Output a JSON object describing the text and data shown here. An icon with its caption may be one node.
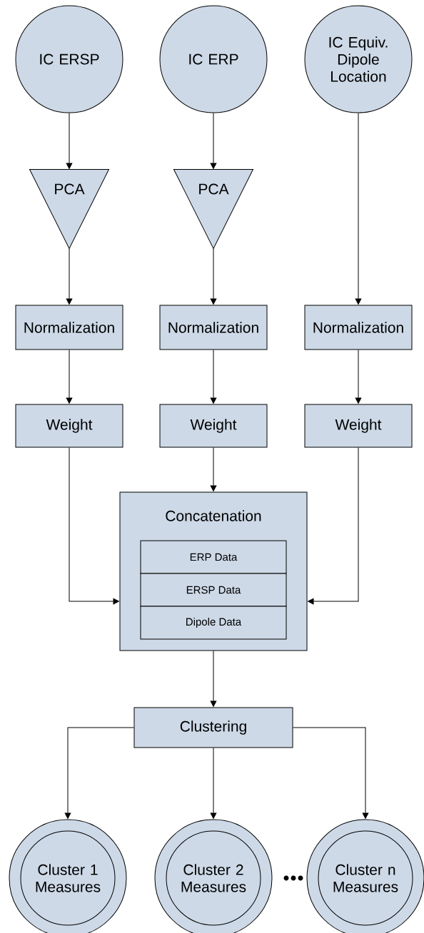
{
  "diagram": {
    "nodes": [
      {
        "text": [
          "IC ERSP"
        ]
      },
      {
        "text": [
          "IC ERP"
        ]
      },
      {
        "text": [
          "IC Equiv. Dipole Location"
        ]
      },
      {
        "text": [
          "PCA"
        ]
      },
      {
        "text": [
          "PCA"
        ]
      },
      {
        "text": [
          "Normalization"
        ]
      },
      {
        "text": [
          "Normalization"
        ]
      },
      {
        "text": [
          "Normalization"
        ]
      },
      {
        "text": [
          "Weight"
        ]
      },
      {
        "text": [
          "Weight"
        ]
      },
      {
        "text": [
          "Weight"
        ]
      },
      {
        "text": [
          "Concatenation"
        ]
      },
      {
        "text": [
          "ERP Data"
        ],
        "in": 11
      },
      {
        "text": [
          "ERSP Data"
        ],
        "in": 11
      },
      {
        "text": [
          "Dipole Data"
        ],
        "in": 11
      },
      {
        "text": [
          "Clustering"
        ]
      },
      {
        "text": [
          "Cluster 1 Measures"
        ]
      },
      {
        "text": [
          "Cluster 2 Measures"
        ]
      },
      {
        "text": [
          "Cluster n Measures"
        ]
      }
    ],
    "edges": [
      {
        "from": 0,
        "to": 3,
        "arrow": "to"
      },
      {
        "from": 1,
        "to": 4,
        "arrow": "to"
      },
      {
        "from": 2,
        "to": 7,
        "arrow": "to"
      },
      {
        "from": 3,
        "to": 5,
        "arrow": "to"
      },
      {
        "from": 4,
        "to": 6,
        "arrow": "to"
      },
      {
        "from": 5,
        "to": 8,
        "arrow": "to"
      },
      {
        "from": 6,
        "to": 9,
        "arrow": "to"
      },
      {
        "from": 7,
        "to": 10,
        "arrow": "to"
      },
      {
        "from": 8,
        "to": 11,
        "arrow": "to"
      },
      {
        "from": 9,
        "to": 11,
        "arrow": "to"
      },
      {
        "from": 10,
        "to": 11,
        "arrow": "to"
      },
      {
        "from": 11,
        "to": 15,
        "arrow": "to"
      },
      {
        "from": 15,
        "to": 16,
        "arrow": "to"
      },
      {
        "from": 15,
        "to": 17,
        "arrow": "to"
      },
      {
        "from": 15,
        "to": 18,
        "arrow": "to"
      }
    ]
  }
}
